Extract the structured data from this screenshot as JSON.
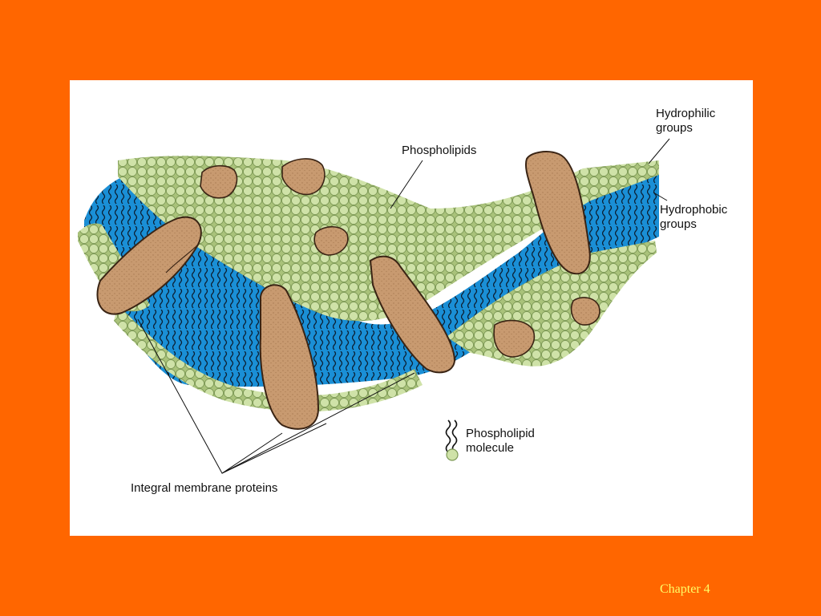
{
  "figure": {
    "labels": {
      "phospholipids": "Phospholipids",
      "hydrophilic": "Hydrophilic groups",
      "hydrophobic": "Hydrophobic groups",
      "phospholipid_molecule": "Phospholipid molecule",
      "integral_proteins": "Integral membrane proteins"
    },
    "colors": {
      "background": "#ff6600",
      "hydrophobic_core": "#1a8fd6",
      "head_groups": "#c8dca0",
      "head_outline": "#6f8a4a",
      "protein": "#c89a70",
      "protein_outline": "#3a2414"
    }
  },
  "footer": {
    "chapter": "Chapter 4"
  }
}
